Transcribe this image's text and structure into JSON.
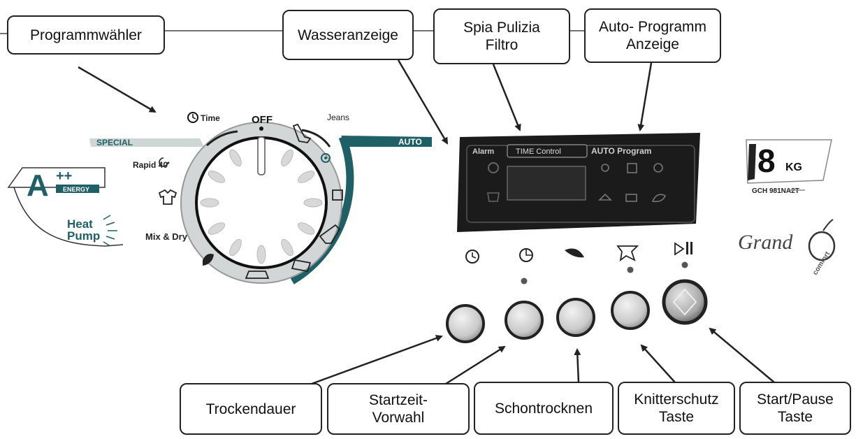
{
  "callouts": {
    "programmwaehler": "Programmwähler",
    "wasseranzeige": "Wasseranzeige",
    "spia_pulizia_filtro": "Spia Pulizia\nFiltro",
    "auto_programm_anzeige": "Auto- Programm\nAnzeige",
    "trockendauer": "Trockendauer",
    "startzeit_vorwahl": "Startzeit-\nVorwahl",
    "schontrocknen": "Schontrocknen",
    "knitterschutz_taste": "Knitterschutz\nTaste",
    "start_pause_taste": "Start/Pause\nTaste"
  },
  "dial": {
    "off": "OFF",
    "time": "Time",
    "jeans": "Jeans",
    "special": "SPECIAL",
    "rapid": "Rapid 40'",
    "mix_dry": "Mix & Dry",
    "auto": "AUTO"
  },
  "energy": {
    "class": "A",
    "plus": "++",
    "energy_word": "ENERGY",
    "heat": "Heat",
    "pump": "Pump"
  },
  "display": {
    "alarm": "Alarm",
    "time_control": "TIME Control",
    "auto_program": "AUTO Program"
  },
  "brand": {
    "capacity": "8",
    "unit": "KG",
    "model": "GCH 981NA2T",
    "grand": "Grand",
    "comfort": "comfort"
  },
  "colors": {
    "accent_teal": "#1f5f66",
    "panel": "#1b1b1b",
    "outline": "#222222"
  }
}
